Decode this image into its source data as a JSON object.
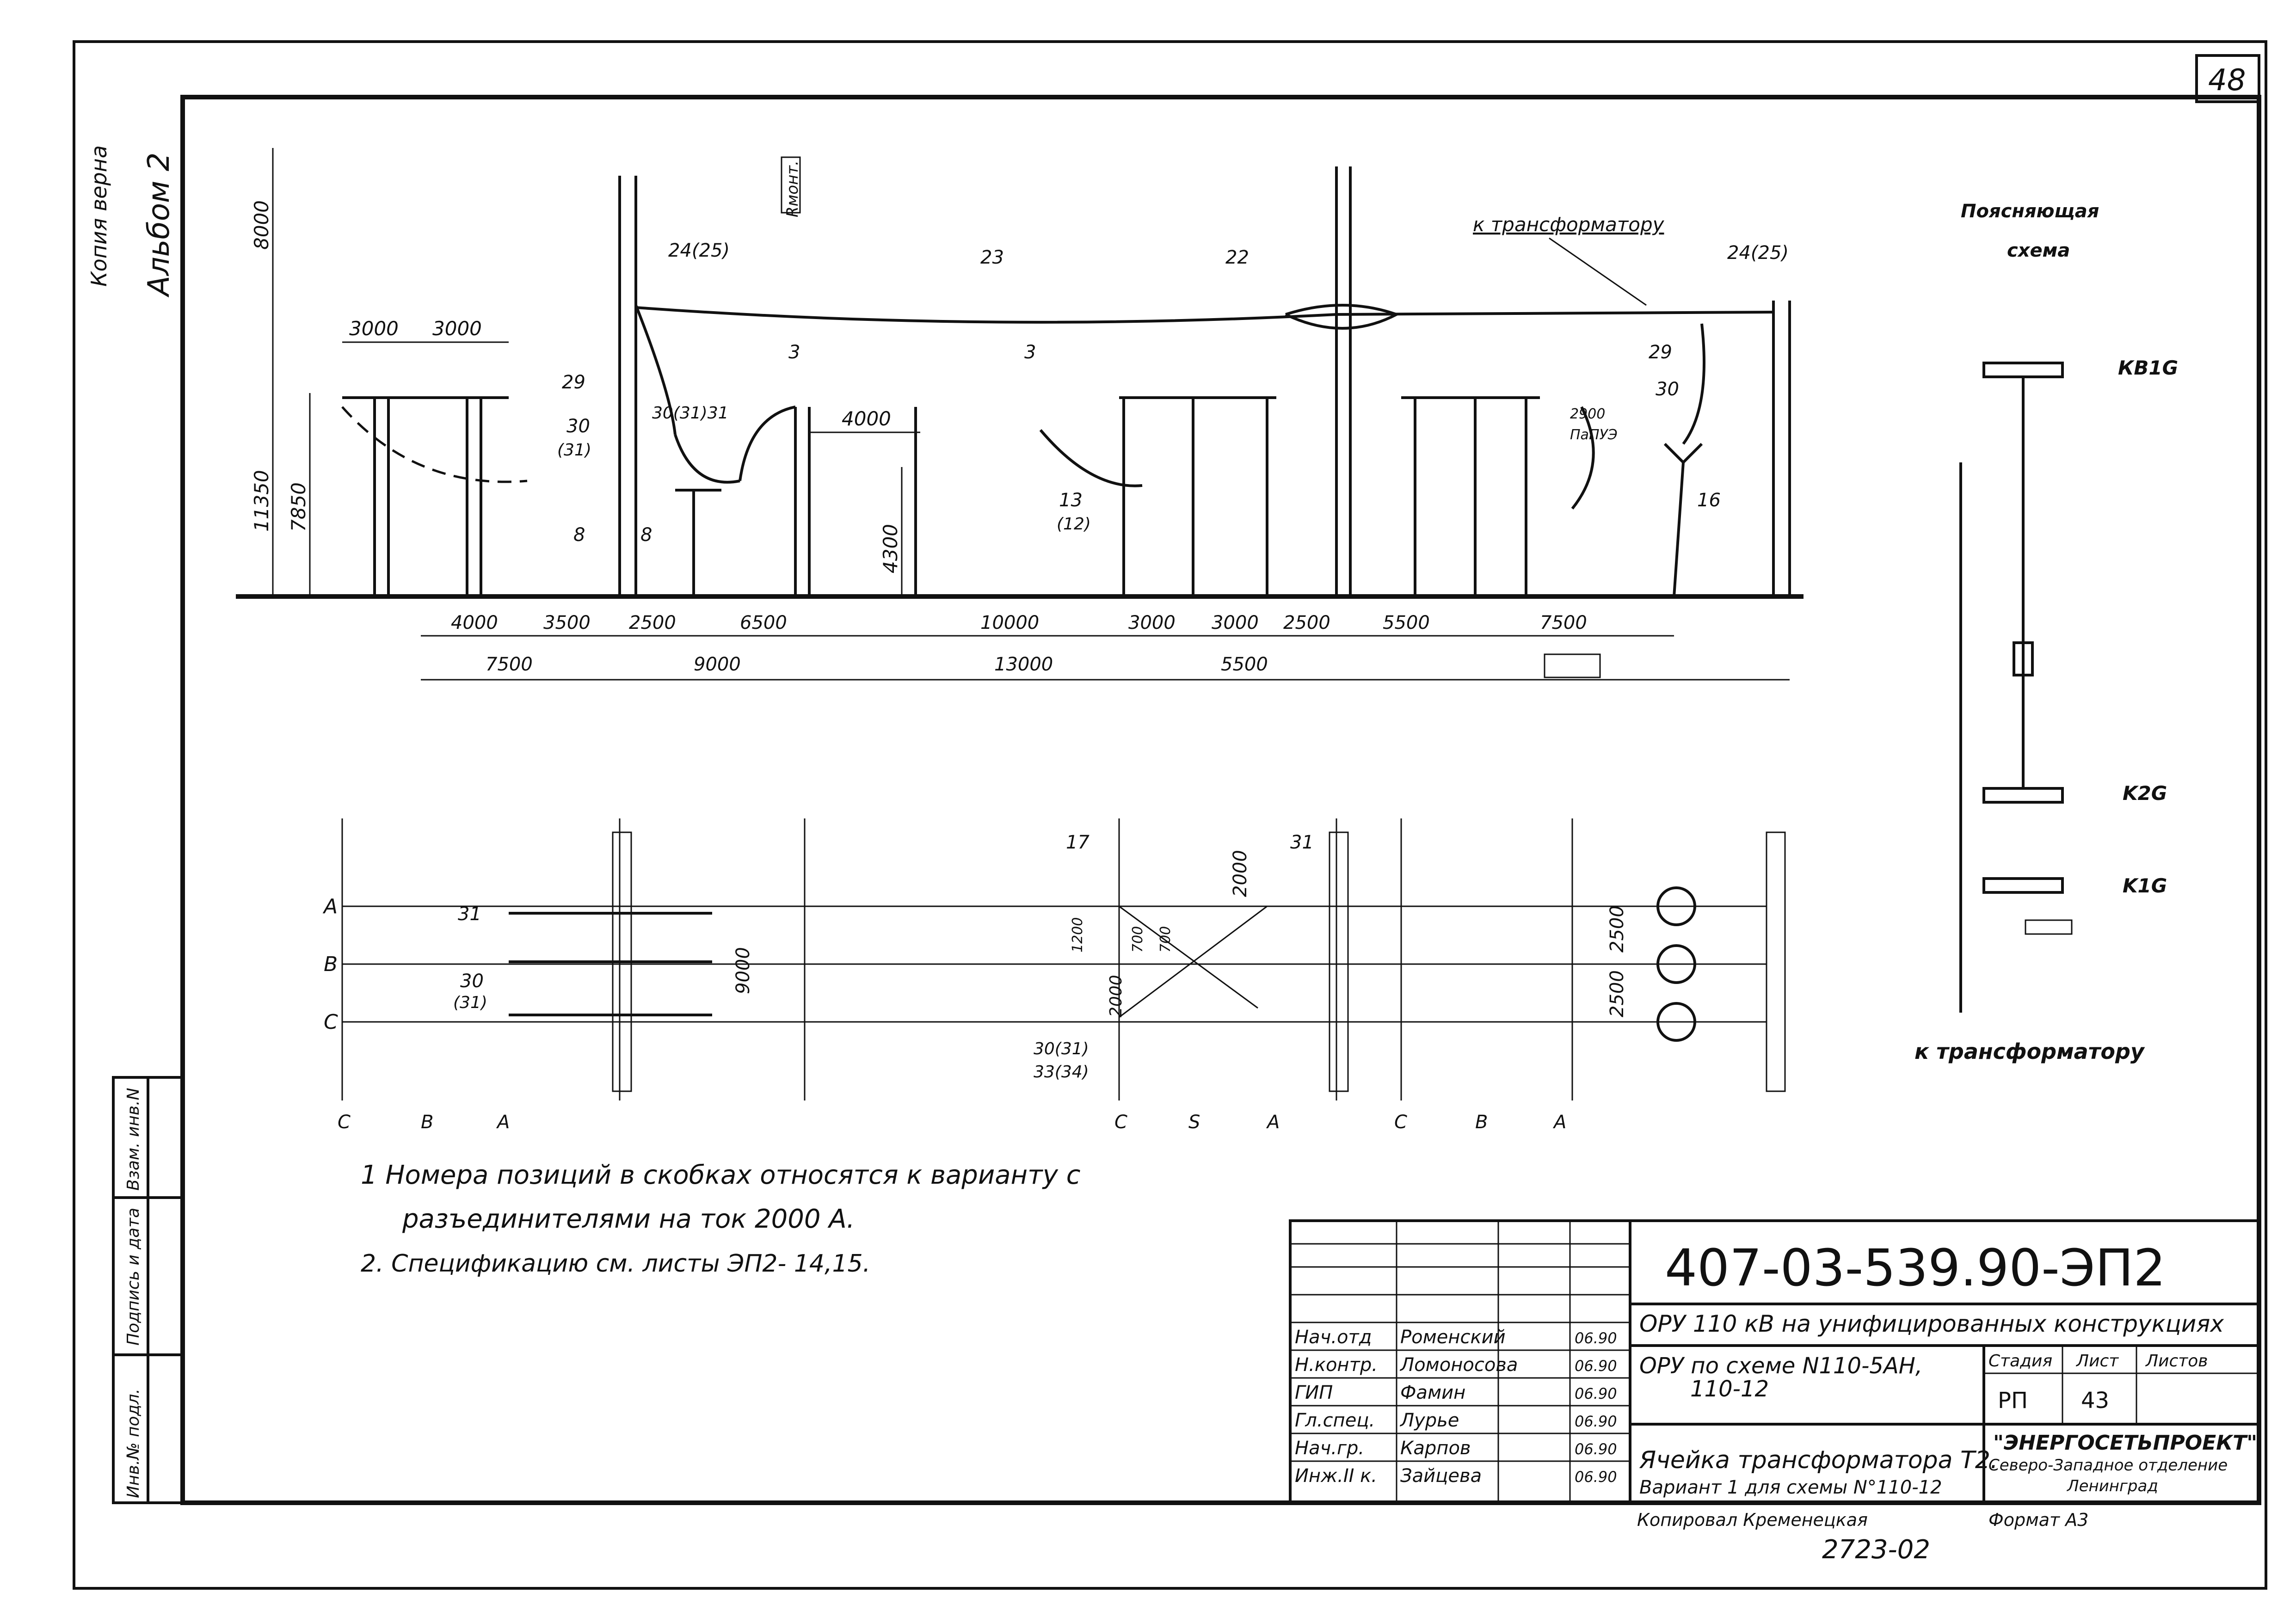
{
  "sheet_number": "48",
  "left_notes": {
    "copy_verified": "Копия верна",
    "album": "Альбом 2"
  },
  "side_stamp": {
    "inv_no_orig": "Инв.№ подл.",
    "signature_date": "Подпись и дата",
    "replace_inv": "Взам. инв.N"
  },
  "elevation": {
    "heights": [
      "8000",
      "11350",
      "7850",
      "4300"
    ],
    "top_dims": [
      "3000",
      "3000",
      "4000"
    ],
    "bottom_row1": [
      "4000",
      "3500",
      "2500",
      "6500",
      "10000",
      "3000",
      "3000",
      "2500",
      "5500",
      "7500"
    ],
    "bottom_row2": [
      "7500",
      "9000",
      "13000",
      "5500"
    ],
    "positions": [
      "24(25)",
      "23",
      "22",
      "24(25)",
      "29",
      "30",
      "(31)",
      "30(31)31",
      "3",
      "3",
      "8",
      "8",
      "13",
      "(12)",
      "29",
      "30",
      "16",
      "Rмонт.",
      "2900",
      "ПаПУЭ"
    ],
    "to_transformer": "к трансформатору"
  },
  "plan": {
    "phases": [
      "A",
      "B",
      "C"
    ],
    "bottom_letters_1": [
      "C",
      "B",
      "A"
    ],
    "bottom_letters_2": [
      "C",
      "S",
      "A"
    ],
    "bottom_letters_3": [
      "C",
      "B",
      "A"
    ],
    "dims": [
      "9000",
      "2000",
      "1200",
      "700",
      "700",
      "2000",
      "2500",
      "2500"
    ],
    "positions": [
      "31",
      "30",
      "(31)",
      "17",
      "31",
      "30(31)",
      "33(34)"
    ]
  },
  "scheme": {
    "title_1": "Поясняющая",
    "title_2": "схема",
    "labels": [
      "КВ1G",
      "K2G",
      "K1G"
    ],
    "to_transformer": "к трансформатору"
  },
  "notes": {
    "n1_a": "1 Номера позиций в скобках относятся к варианту с",
    "n1_b": "разъединителями на ток 2000 А.",
    "n2": "2. Спецификацию см. листы ЭП2- 14,15."
  },
  "title_block": {
    "code": "407-03-539.90-ЭП2",
    "object": "ОРУ 110 кВ на унифицированных конструкциях",
    "scheme_ref_1": "ОРУ по схеме N110-5АН,",
    "scheme_ref_2": "110-12",
    "drawing_1": "Ячейка трансформатора Т2.",
    "drawing_2": "Вариант 1 для схемы N°110-12",
    "stage_h": "Стадия",
    "sheet_h": "Лист",
    "sheets_h": "Листов",
    "stage": "РП",
    "sheet": "43",
    "sheets": "",
    "org_1": "\"ЭНЕРГОСЕТЬПРОЕКТ\"",
    "org_2": "Северо-Западное отделение",
    "org_3": "Ленинград",
    "roles": [
      {
        "role": "Нач.отд",
        "name": "Роменский",
        "date": "06.90"
      },
      {
        "role": "Н.контр.",
        "name": "Ломоносова",
        "date": "06.90"
      },
      {
        "role": "ГИП",
        "name": "Фамин",
        "date": "06.90"
      },
      {
        "role": "Гл.спец.",
        "name": "Лурье",
        "date": "06.90"
      },
      {
        "role": "Нач.гр.",
        "name": "Карпов",
        "date": "06.90"
      },
      {
        "role": "Инж.II к.",
        "name": "Зайцева",
        "date": "06.90"
      }
    ],
    "copied": "Копировал Кременецкая",
    "format": "Формат А3",
    "archive_no": "2723-02"
  }
}
